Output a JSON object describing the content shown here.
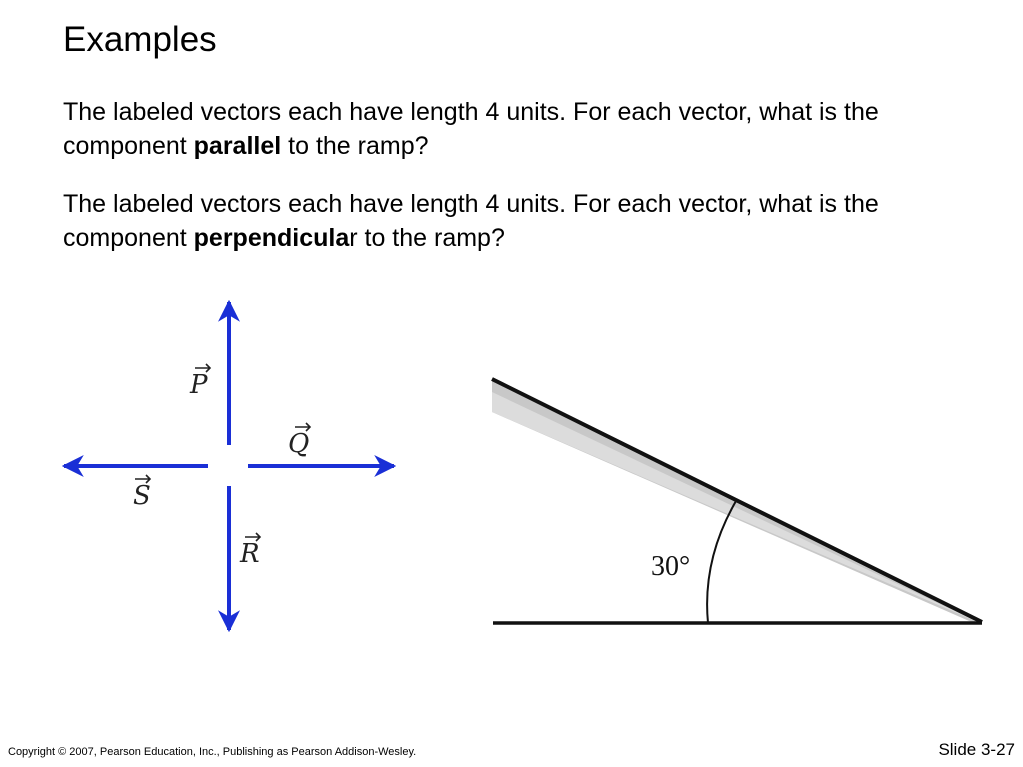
{
  "slide": {
    "title": "Examples",
    "q1": {
      "before": "The labeled vectors each have length 4 units. For each vector, what is the component ",
      "bold": "parallel",
      "after": " to the ramp?"
    },
    "q2": {
      "before": "The labeled vectors each have length 4 units. For each vector, what is the component ",
      "bold": "perpendicula",
      "after": "r to the ramp?"
    },
    "copyright": "Copyright © 2007, Pearson Education, Inc., Publishing as Pearson Addison-Wesley.",
    "slide_number": "Slide 3-27"
  },
  "diagram": {
    "vectors": [
      {
        "name": "P",
        "direction": "up",
        "length_units": 4
      },
      {
        "name": "Q",
        "direction": "right",
        "length_units": 4
      },
      {
        "name": "R",
        "direction": "down",
        "length_units": 4
      },
      {
        "name": "S",
        "direction": "left",
        "length_units": 4
      }
    ],
    "vector_color": "#1a2fd6",
    "ramp_angle_label": "30°",
    "ramp_angle_deg": 30
  }
}
